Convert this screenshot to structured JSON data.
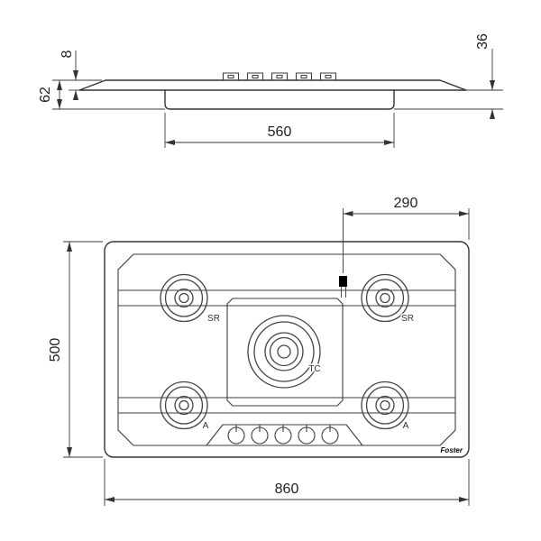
{
  "colors": {
    "line": "#333333",
    "mark": "#000000",
    "background": "#ffffff"
  },
  "side_view": {
    "dim_glass_thickness": "8",
    "dim_total_height": "62",
    "dim_recess_depth": "36",
    "dim_cutout_width": "560"
  },
  "plan_view": {
    "dim_gas_inlet_offset": "290",
    "dim_depth": "500",
    "dim_width": "860",
    "burners": {
      "top_left": "SR",
      "top_right": "SR",
      "bottom_left": "A",
      "bottom_right": "A",
      "center": "TC"
    },
    "brand": "Foster"
  }
}
